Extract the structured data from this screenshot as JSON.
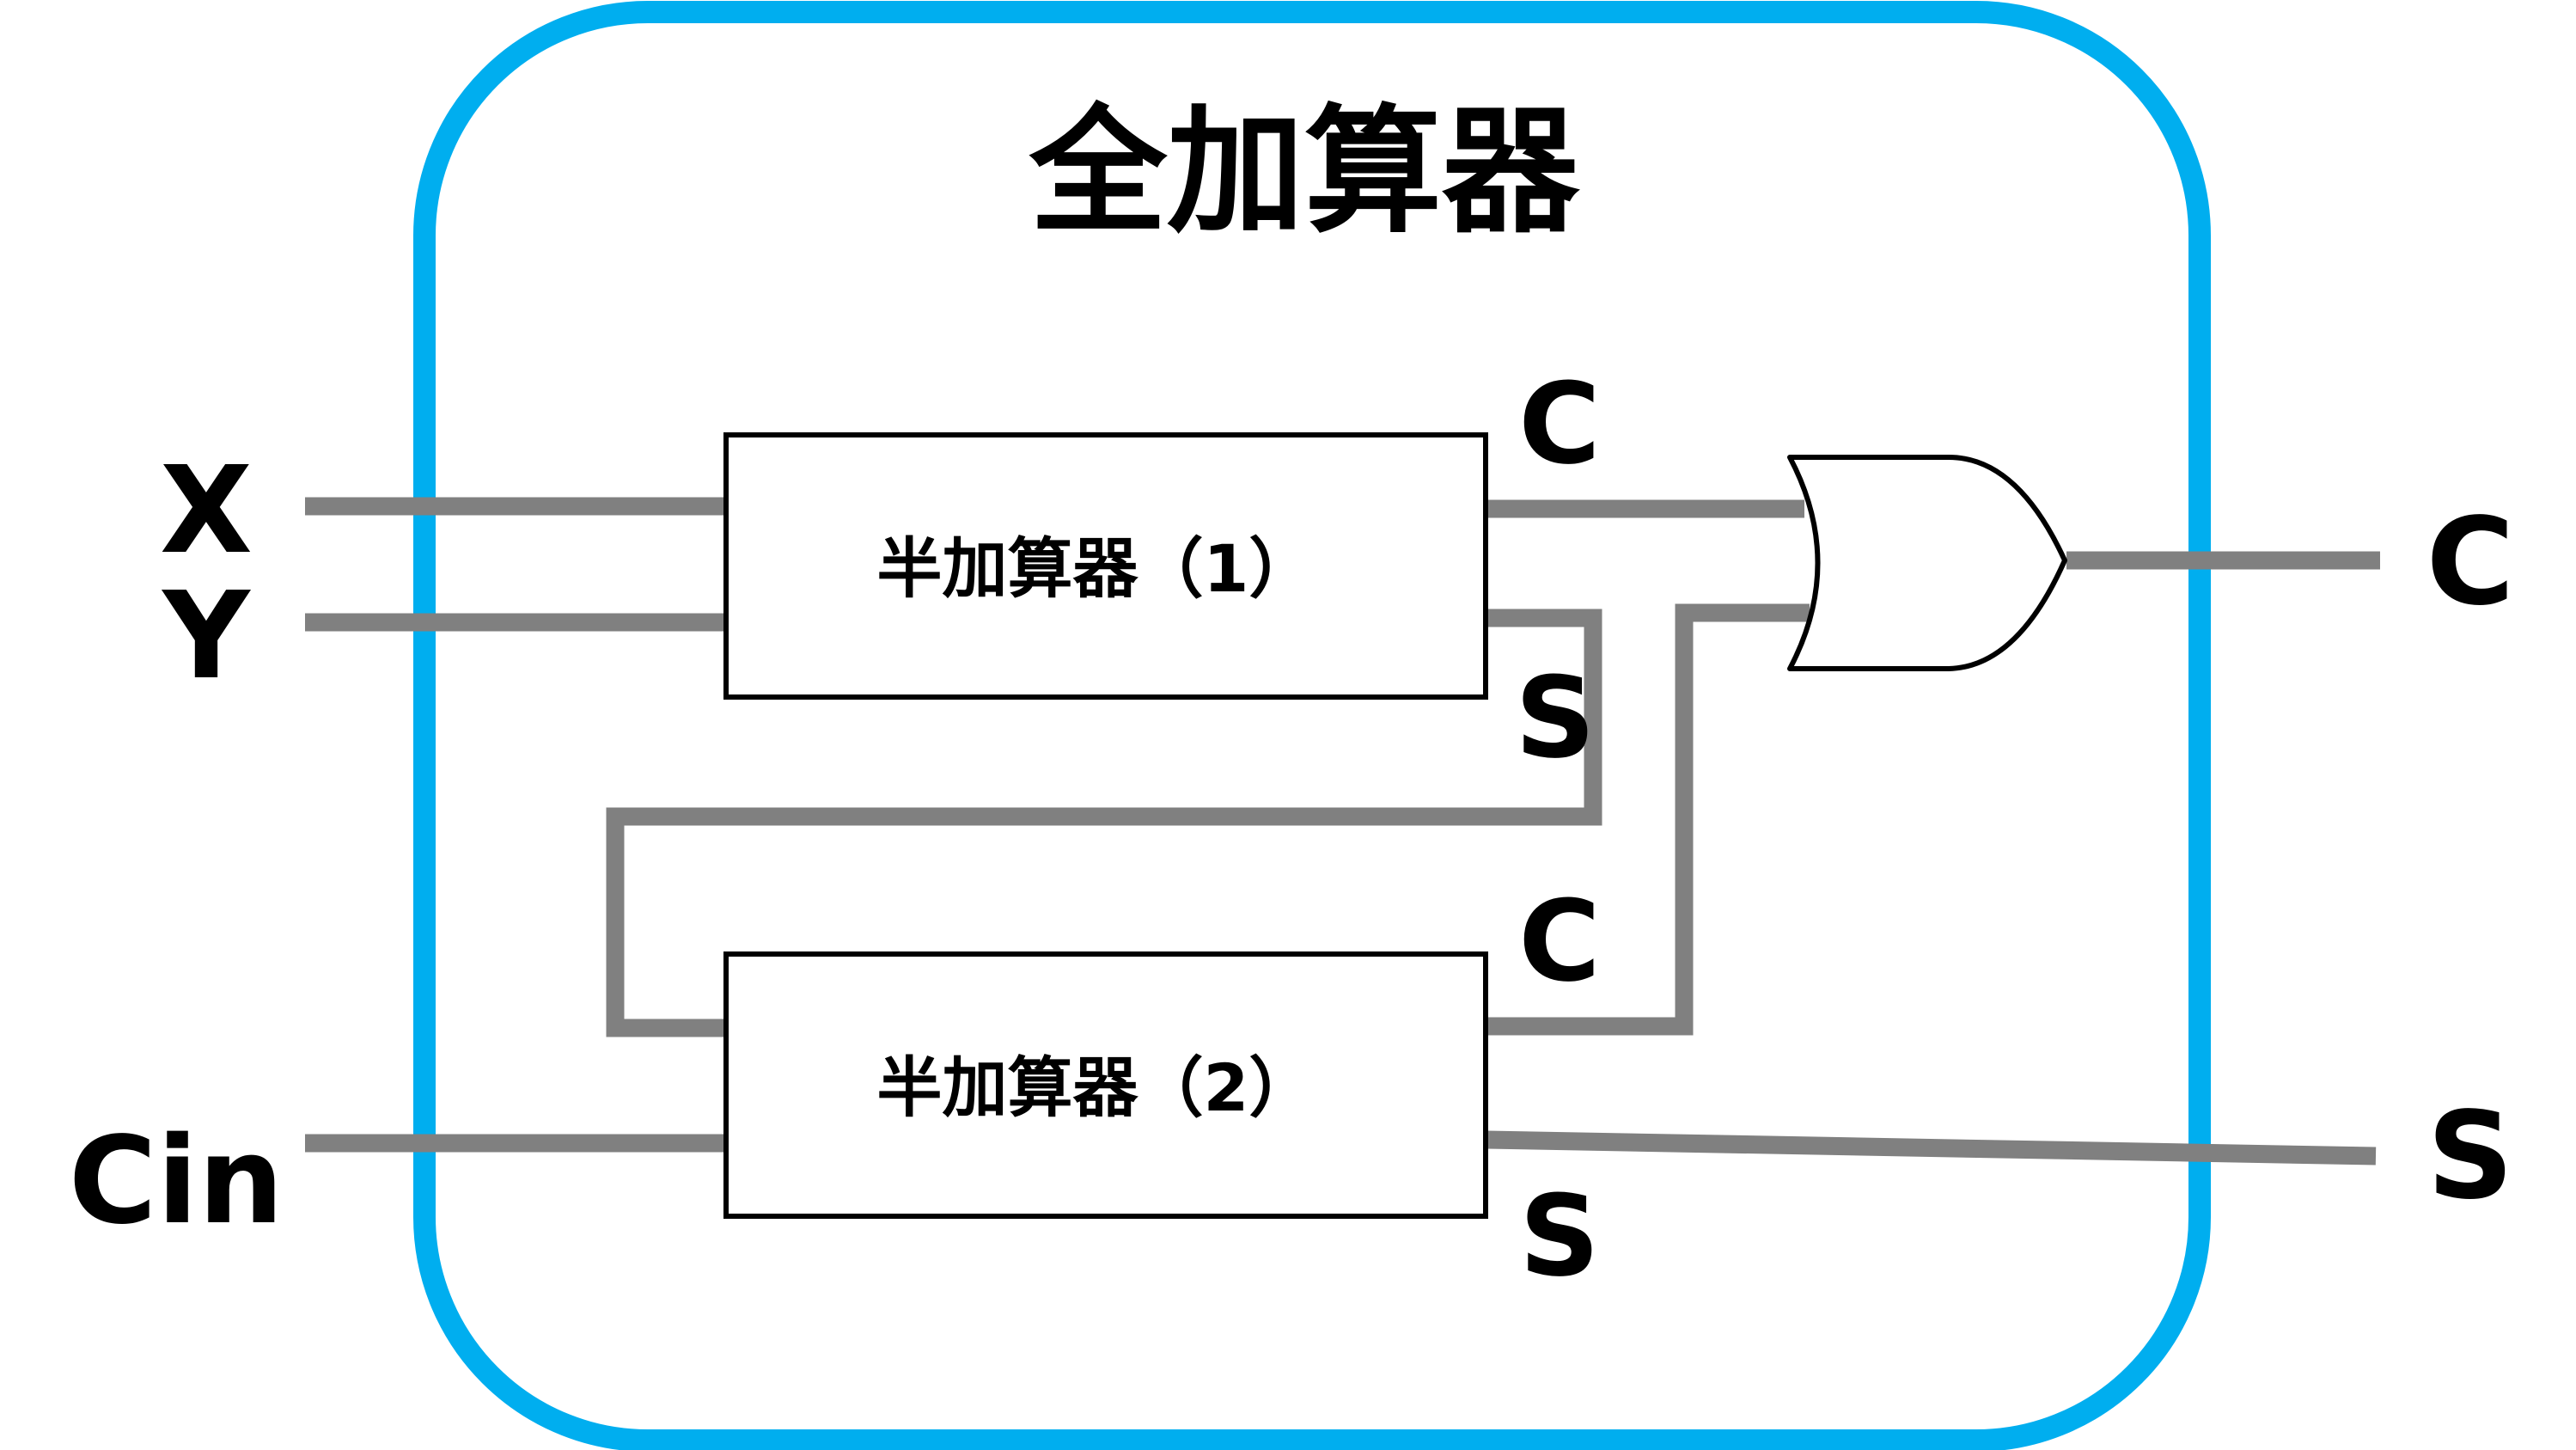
{
  "title": "全加算器",
  "inputs": {
    "x": "X",
    "y": "Y",
    "cin": "Cin"
  },
  "half_adder_1": {
    "label": "半加算器（1）",
    "carry_port": "C",
    "sum_port": "S"
  },
  "half_adder_2": {
    "label": "半加算器（2）",
    "carry_port": "C",
    "sum_port": "S"
  },
  "outputs": {
    "carry": "C",
    "sum": "S"
  },
  "colors": {
    "frame": "#00AEEF",
    "wire": "#808080",
    "block_border": "#000000",
    "text": "#000000"
  }
}
